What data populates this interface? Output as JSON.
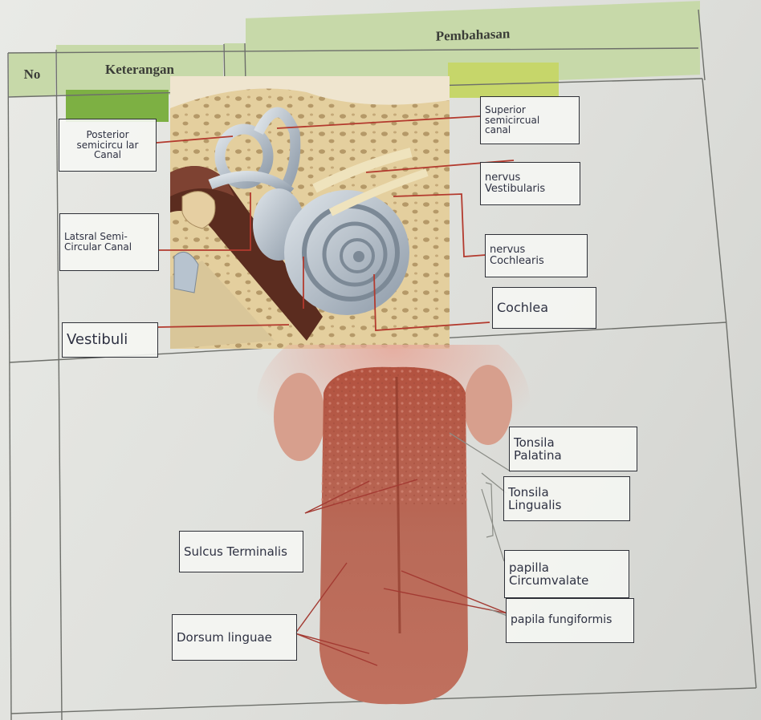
{
  "table": {
    "col_no": "No",
    "col_keterangan": "Keterangan",
    "col_pembahasan": "Pembahasan"
  },
  "ear_labels": {
    "posterior": "Posterior\nsemicircu lar\nCanal",
    "lateral": "Latsral Semi-\nCircular Canal",
    "vestibuli": "Vestibuli",
    "superior": "Superior\nsemicircual\ncanal",
    "nervus_vestibularis": "nervus\nVestibularis",
    "nervus_cochlearis": "nervus\nCochlearis",
    "cochlea": "Cochlea"
  },
  "tongue_labels": {
    "tonsila_palatina": "Tonsila\nPalatina",
    "tonsila_lingualis": "Tonsila\nLingualis",
    "papilla_circumvalate": "papilla\nCircumvalate",
    "papila_fungiformis": "papila fungiformis",
    "sulcus_terminalis": "Sulcus Terminalis",
    "dorsum_linguae": "Dorsum linguae"
  },
  "colors": {
    "header_green": "#c7d9a9",
    "block_green": "#7db043",
    "block_yellow_green": "#c6d66a",
    "leader_red": "#b33a2e",
    "ink": "#2e3142",
    "tongue": "#b86a57"
  }
}
